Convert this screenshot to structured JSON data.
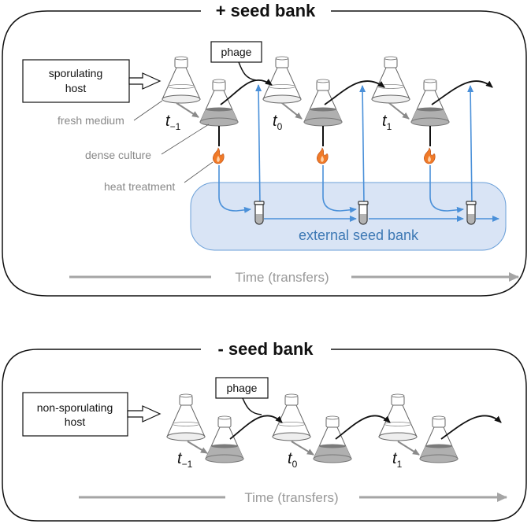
{
  "panels": {
    "top": {
      "title": "+ seed bank",
      "host_label_line1": "sporulating",
      "host_label_line2": "host",
      "phage_label": "phage",
      "annotations": {
        "fresh_medium": "fresh medium",
        "dense_culture": "dense culture",
        "heat_treatment": "heat treatment"
      },
      "seed_bank_label": "external seed bank",
      "time_label": "Time (transfers)",
      "transfers": [
        {
          "t": "t",
          "sub": "−1"
        },
        {
          "t": "t",
          "sub": "0"
        },
        {
          "t": "t",
          "sub": "1"
        }
      ]
    },
    "bottom": {
      "title": "- seed bank",
      "host_label_line1": "non-sporulating",
      "host_label_line2": "host",
      "phage_label": "phage",
      "time_label": "Time (transfers)",
      "transfers": [
        {
          "t": "t",
          "sub": "−1"
        },
        {
          "t": "t",
          "sub": "0"
        },
        {
          "t": "t",
          "sub": "1"
        }
      ]
    }
  },
  "colors": {
    "seed_bank_fill": "#d9e4f5",
    "seed_bank_stroke": "#6a9fd8",
    "blue_arrow": "#4a90d9",
    "gray_arrow": "#999999",
    "flame": "#f07a28",
    "dense_culture": "#b0b0b0"
  }
}
